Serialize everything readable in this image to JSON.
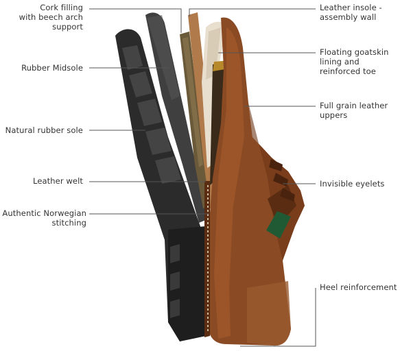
{
  "labels": {
    "cork": [
      "Cork filling",
      "with beech arch",
      "support"
    ],
    "midsole": [
      "Rubber Midsole"
    ],
    "sole": [
      "Natural rubber sole"
    ],
    "welt": [
      "Leather welt"
    ],
    "stitching": [
      "Authentic Norwegian",
      "stitching"
    ],
    "insole": [
      "Leather insole -",
      "assembly wall"
    ],
    "lining": [
      "Floating goatskin",
      "lining and",
      "reinforced toe"
    ],
    "uppers": [
      "Full grain leather",
      "uppers"
    ],
    "eyelets": [
      "Invisible eyelets"
    ],
    "heel": [
      "Heel reinforcement"
    ]
  },
  "colors": {
    "leader": "#555555",
    "leather": "#8a4a24",
    "leather_dark": "#5a2c12",
    "rubber": "#2b2b2b",
    "rubber_mid": "#4a4a4a",
    "lining": "#e8dfcf",
    "cork": "#6b5a3a",
    "badge": "#1f5a34"
  }
}
